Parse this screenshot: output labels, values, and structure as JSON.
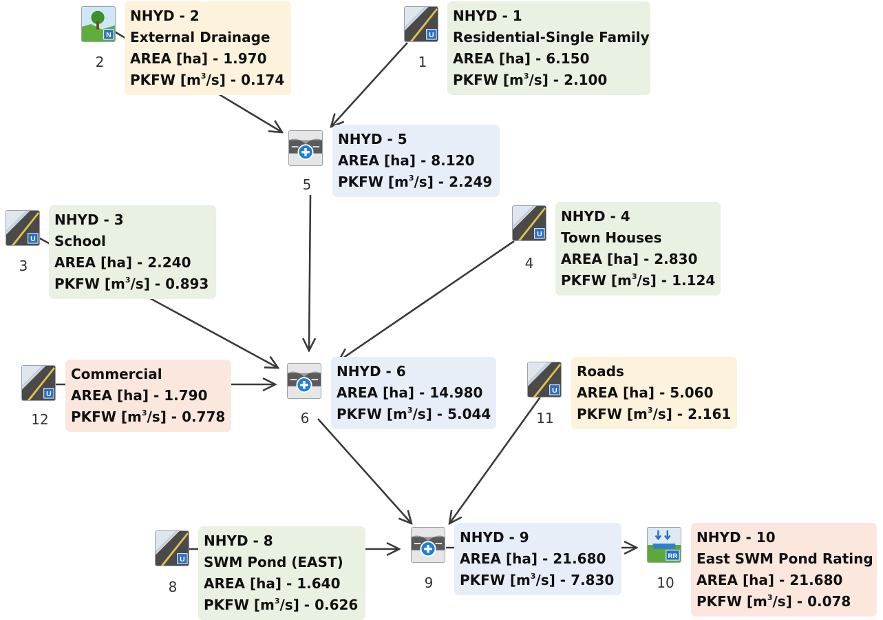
{
  "units": {
    "area_prefix": "AREA [ha] - ",
    "flow_prefix_a": "PKFW [m",
    "flow_sup": "3",
    "flow_prefix_b": "/s] - "
  },
  "nodes": {
    "n1": {
      "number": "1",
      "lines": [
        "NHYD - 1",
        "Residential-Single Family"
      ],
      "area": "6.150",
      "pkfw": "2.100"
    },
    "n2": {
      "number": "2",
      "lines": [
        "NHYD - 2",
        "External Drainage"
      ],
      "area": "1.970",
      "pkfw": "0.174"
    },
    "n3": {
      "number": "3",
      "lines": [
        "NHYD - 3",
        "School"
      ],
      "area": "2.240",
      "pkfw": "0.893"
    },
    "n4": {
      "number": "4",
      "lines": [
        "NHYD - 4",
        "Town Houses"
      ],
      "area": "2.830",
      "pkfw": "1.124"
    },
    "n5": {
      "number": "5",
      "lines": [
        "NHYD - 5"
      ],
      "area": "8.120",
      "pkfw": "2.249"
    },
    "n6": {
      "number": "6",
      "lines": [
        "NHYD - 6"
      ],
      "area": "14.980",
      "pkfw": "5.044"
    },
    "n8": {
      "number": "8",
      "lines": [
        "NHYD - 8",
        "SWM Pond (EAST)"
      ],
      "area": "1.640",
      "pkfw": "0.626"
    },
    "n9": {
      "number": "9",
      "lines": [
        "NHYD - 9"
      ],
      "area": "21.680",
      "pkfw": "7.830"
    },
    "n10": {
      "number": "10",
      "lines": [
        "NHYD - 10",
        "East SWM Pond Rating"
      ],
      "area": "21.680",
      "pkfw": "0.078"
    },
    "n11": {
      "number": "11",
      "lines": [
        "Roads"
      ],
      "area": "5.060",
      "pkfw": "2.161"
    },
    "n12": {
      "number": "12",
      "lines": [
        "Commercial"
      ],
      "area": "1.790",
      "pkfw": "0.778"
    }
  },
  "icons": {
    "n1": "urban-catchment-icon",
    "n2": "rural-catchment-icon",
    "n3": "urban-catchment-icon",
    "n4": "urban-catchment-icon",
    "n5": "junction-add-icon",
    "n6": "junction-add-icon",
    "n8": "urban-catchment-icon",
    "n9": "junction-add-icon",
    "n10": "pond-rating-icon",
    "n11": "urban-catchment-icon",
    "n12": "urban-catchment-icon"
  },
  "links": [
    [
      "n2",
      "n5"
    ],
    [
      "n1",
      "n5"
    ],
    [
      "n5",
      "n6"
    ],
    [
      "n3",
      "n6"
    ],
    [
      "n4",
      "n6"
    ],
    [
      "n12",
      "n6"
    ],
    [
      "n6",
      "n9"
    ],
    [
      "n11",
      "n9"
    ],
    [
      "n8",
      "n9"
    ],
    [
      "n9",
      "n10"
    ]
  ],
  "colors": {
    "green": "#e9f1e2",
    "yellow": "#fdf2dc",
    "blue": "#e7eef8",
    "salmon": "#fbe7dd",
    "arrow": "#3a3a3a"
  }
}
